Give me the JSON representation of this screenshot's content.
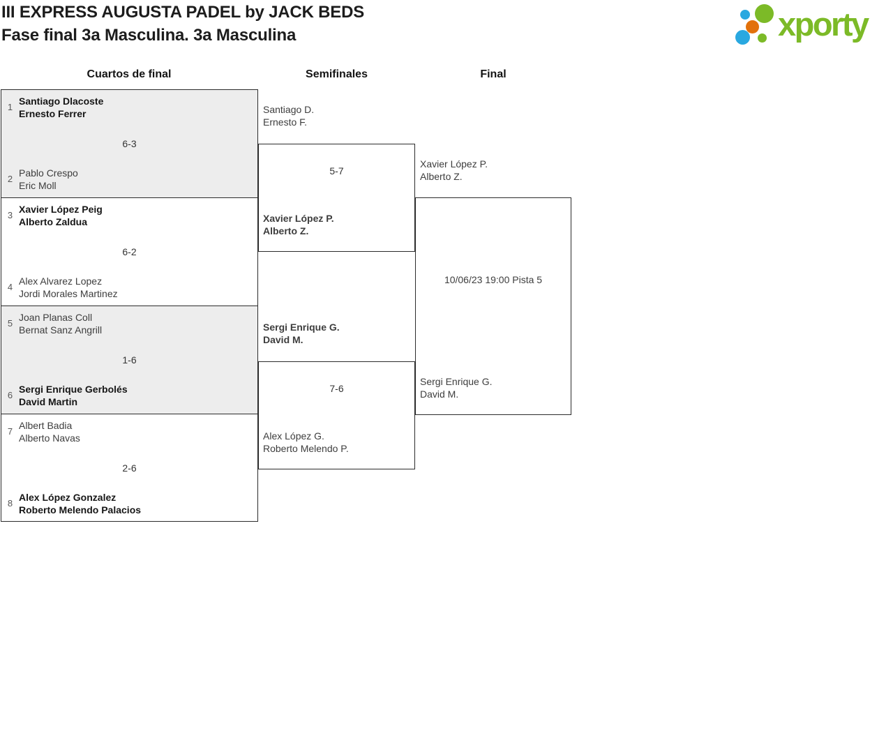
{
  "header": {
    "title_line1": "III EXPRESS AUGUSTA PADEL by JACK BEDS",
    "title_line2": "Fase final 3a Masculina. 3a Masculina",
    "logo_text": "xporty"
  },
  "colors": {
    "logo_green": "#7cba27",
    "logo_blue": "#29a8e0",
    "logo_orange": "#e2710b",
    "block_gray": "#ededed",
    "border": "#2b2b2b"
  },
  "rounds": {
    "quarterfinals_label": "Cuartos de final",
    "semifinals_label": "Semifinales",
    "final_label": "Final"
  },
  "bracket": {
    "quarterfinals": [
      {
        "seed1": "1",
        "team1_line1": "Santiago Dlacoste",
        "team1_line2": "Ernesto Ferrer",
        "score": "6-3",
        "seed2": "2",
        "team2_line1": "Pablo Crespo",
        "team2_line2": "Eric Moll",
        "winner": "team1"
      },
      {
        "seed1": "3",
        "team1_line1": "Xavier López Peig",
        "team1_line2": "Alberto Zaldua",
        "score": "6-2",
        "seed2": "4",
        "team2_line1": "Alex Alvarez Lopez",
        "team2_line2": "Jordi Morales Martinez",
        "winner": "team1"
      },
      {
        "seed1": "5",
        "team1_line1": "Joan Planas Coll",
        "team1_line2": "Bernat Sanz Angrill",
        "score": "1-6",
        "seed2": "6",
        "team2_line1": "Sergi Enrique Gerbolés",
        "team2_line2": "David Martin",
        "winner": "team2"
      },
      {
        "seed1": "7",
        "team1_line1": "Albert Badia",
        "team1_line2": "Alberto Navas",
        "score": "2-6",
        "seed2": "8",
        "team2_line1": "Alex López Gonzalez",
        "team2_line2": "Roberto Melendo Palacios",
        "winner": "team2"
      }
    ],
    "semifinals": [
      {
        "top_line1": "Santiago D.",
        "top_line2": "Ernesto F.",
        "score": "5-7",
        "bottom_line1": "Xavier López P.",
        "bottom_line2": "Alberto Z.",
        "winner": "bottom"
      },
      {
        "top_line1": "Sergi Enrique G.",
        "top_line2": "David M.",
        "score": "7-6",
        "bottom_line1": "Alex López G.",
        "bottom_line2": "Roberto Melendo P.",
        "winner": "top"
      }
    ],
    "final": {
      "top_line1": "Xavier López P.",
      "top_line2": "Alberto Z.",
      "schedule": "10/06/23 19:00 Pista 5",
      "bottom_line1": "Sergi Enrique G.",
      "bottom_line2": "David M."
    }
  }
}
